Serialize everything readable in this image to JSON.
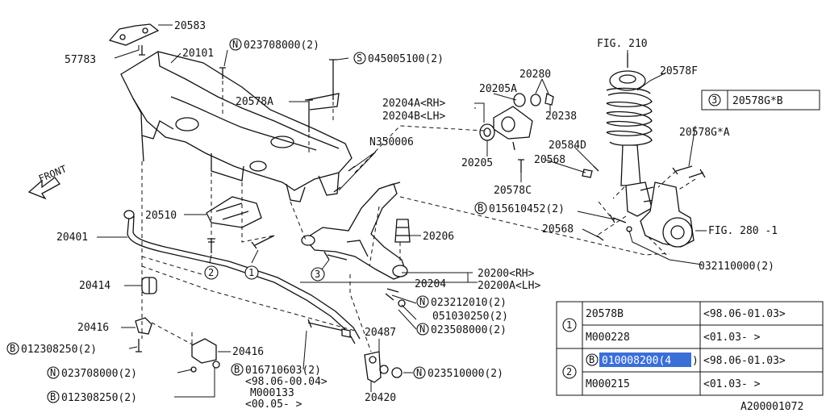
{
  "parts": {
    "p20583": "20583",
    "p57783": "57783",
    "p20101": "20101",
    "pN023708000": "023708000(2)",
    "pS045005100": "045005100(2)",
    "p20578A": "20578A",
    "pN350006": "N350006",
    "p20205A": "20205A",
    "p20280": "20280",
    "p20238": "20238",
    "p20204A": "20204A<RH>",
    "p20204B": "20204B<LH>",
    "p20205": "20205",
    "p20578C": "20578C",
    "p20568a": "20568",
    "p20584D": "20584D",
    "pFIG210": "FIG. 210",
    "p20578F": "20578F",
    "p20578GB": "20578G*B",
    "p20578GA": "20578G*A",
    "pB015610452": "015610452(2)",
    "p20568b": "20568",
    "pFIG280": "FIG. 280 -1",
    "p032110000": "032110000(2)",
    "p20510": "20510",
    "p20401": "20401",
    "p20206": "20206",
    "p20200": "20200<RH>",
    "p20200A": "20200A<LH>",
    "p20204": "20204",
    "pN023212010": "023212010(2)",
    "p051030250": "051030250(2)",
    "pN023508000": "023508000(2)",
    "p20414": "20414",
    "p20416a": "20416",
    "p20416b": "20416",
    "pB012308250a": "012308250(2)",
    "pN023708000b": "023708000(2)",
    "pB012308250b": "012308250(2)",
    "pB016710603": "016710603(2)",
    "p9806": "<98.06-00.04>",
    "pM000133": "M000133",
    "p0005": "<00.05-      >",
    "p20487": "20487",
    "pN023510000": "023510000(2)",
    "p20420": "20420",
    "front": "FRONT",
    "docid": "A200001072"
  },
  "markers": {
    "N": "N",
    "S": "S",
    "B": "B",
    "one": "1",
    "two": "2",
    "three": "3"
  },
  "table": {
    "r1a_part": "20578B",
    "r1a_date": "<98.06-01.03>",
    "r1b_part": "M000228",
    "r1b_date": "<01.03-     >",
    "r2a_part": "010008200(4",
    "r2a_tail": ")",
    "r2a_date": "<98.06-01.03>",
    "r2b_part": "M000215",
    "r2b_date": "<01.03-     >"
  }
}
